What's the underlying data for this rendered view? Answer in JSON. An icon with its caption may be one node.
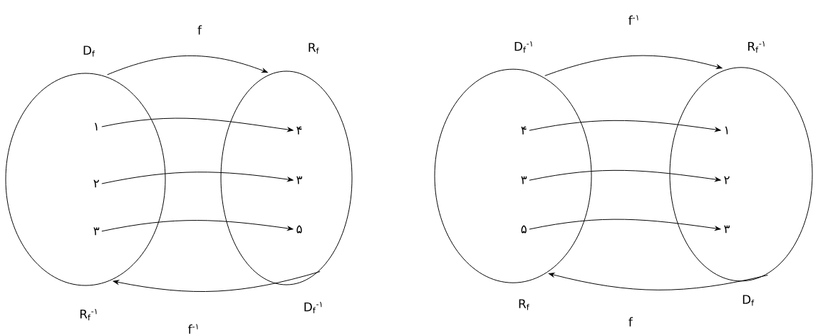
{
  "diagram": {
    "nodes": [
      {
        "text": [
          "D$_{f}$",
          "R$_{f}$$^{-۱}$"
        ]
      },
      {
        "text": [
          "R$_{f}$",
          "D$_{f}$$^{-۱}$"
        ]
      },
      {
        "text": [
          "D$_{f}$$^{-۱}$",
          "R$_{f}$"
        ]
      },
      {
        "text": [
          "R$_{f}$$^{-۱}$",
          "D$_{f}$"
        ]
      },
      {
        "text": [
          "۱"
        ],
        "in": 0
      },
      {
        "text": [
          "۲"
        ],
        "in": 0
      },
      {
        "text": [
          "۳"
        ],
        "in": 0
      },
      {
        "text": [
          "۴"
        ],
        "in": 1
      },
      {
        "text": [
          "۳"
        ],
        "in": 1
      },
      {
        "text": [
          "۵"
        ],
        "in": 1
      },
      {
        "text": [
          "۴"
        ],
        "in": 2
      },
      {
        "text": [
          "۳"
        ],
        "in": 2
      },
      {
        "text": [
          "۵"
        ],
        "in": 2
      },
      {
        "text": [
          "۱"
        ],
        "in": 3
      },
      {
        "text": [
          "۲"
        ],
        "in": 3
      },
      {
        "text": [
          "۳"
        ],
        "in": 3
      }
    ],
    "edges": [
      {
        "from": 0,
        "to": 1,
        "arrow": "to",
        "label": "f"
      },
      {
        "from": 1,
        "to": 0,
        "arrow": "to",
        "label": "f$^{-۱}$"
      },
      {
        "from": 2,
        "to": 3,
        "arrow": "to",
        "label": "f$^{-۱}$"
      },
      {
        "from": 3,
        "to": 2,
        "arrow": "to",
        "label": "f"
      },
      {
        "from": 4,
        "to": 7,
        "arrow": "to"
      },
      {
        "from": 5,
        "to": 8,
        "arrow": "to"
      },
      {
        "from": 6,
        "to": 9,
        "arrow": "to"
      },
      {
        "from": 10,
        "to": 13,
        "arrow": "to"
      },
      {
        "from": 11,
        "to": 14,
        "arrow": "to"
      },
      {
        "from": 12,
        "to": 15,
        "arrow": "to"
      }
    ]
  }
}
